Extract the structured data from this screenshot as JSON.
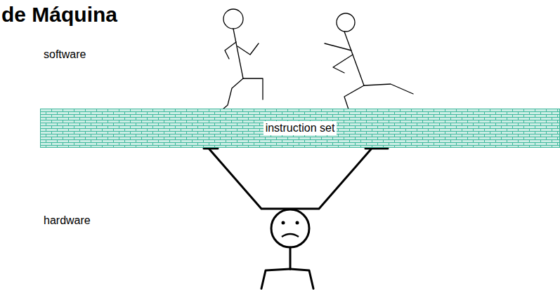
{
  "diagram": {
    "title": "de Máquina",
    "nodes": [
      {
        "text": [
          "instruction set"
        ]
      }
    ],
    "labels": [
      "software",
      "hardware"
    ]
  }
}
